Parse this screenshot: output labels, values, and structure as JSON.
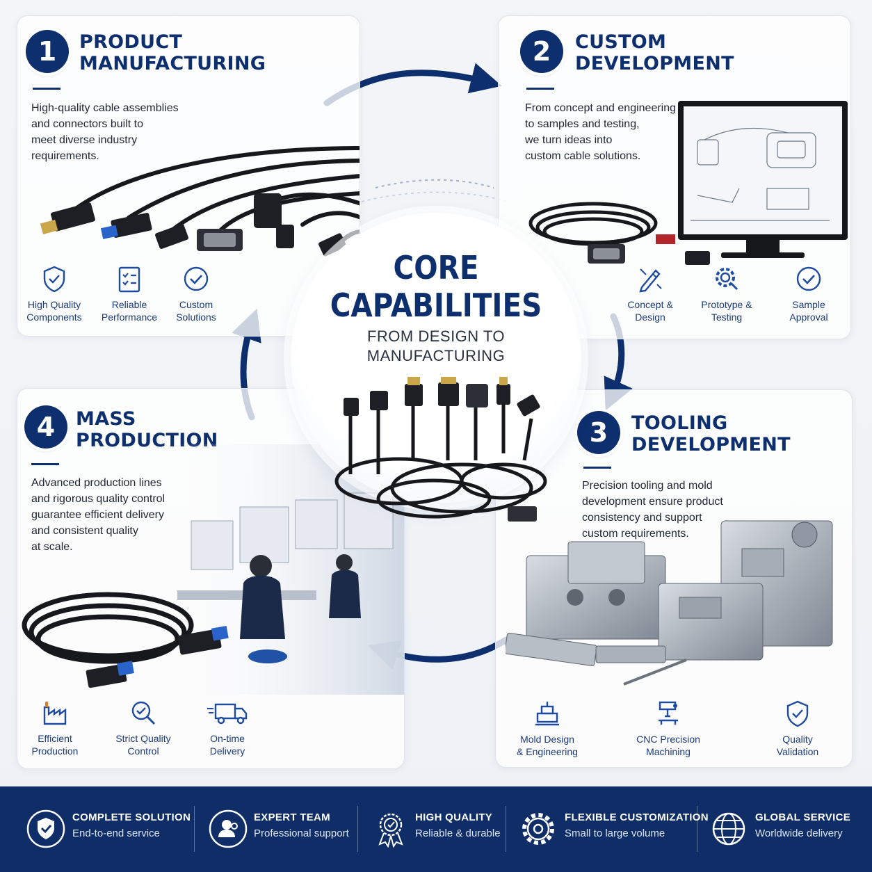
{
  "center": {
    "title_line1": "CORE",
    "title_line2": "CAPABILITIES",
    "subtitle_line1": "FROM DESIGN TO",
    "subtitle_line2": "MANUFACTURING"
  },
  "panels": [
    {
      "number": "1",
      "title_line1": "PRODUCT",
      "title_line2": "MANUFACTURING",
      "description": [
        "High-quality cable assemblies",
        "and connectors built to",
        "meet diverse industry",
        "requirements."
      ],
      "features": [
        {
          "icon": "shield-check-icon",
          "line1": "High Quality",
          "line2": "Components"
        },
        {
          "icon": "clipboard-check-icon",
          "line1": "Reliable",
          "line2": "Performance"
        },
        {
          "icon": "check-circle-icon",
          "line1": "Custom",
          "line2": "Solutions"
        }
      ]
    },
    {
      "number": "2",
      "title_line1": "CUSTOM",
      "title_line2": "DEVELOPMENT",
      "description": [
        "From concept and engineering",
        "to samples and testing,",
        "we turn ideas into",
        "custom cable solutions."
      ],
      "features": [
        {
          "icon": "pencil-ruler-icon",
          "line1": "Concept &",
          "line2": "Design"
        },
        {
          "icon": "gear-search-icon",
          "line1": "Prototype &",
          "line2": "Testing"
        },
        {
          "icon": "check-circle-icon",
          "line1": "Sample",
          "line2": "Approval"
        }
      ]
    },
    {
      "number": "3",
      "title_line1": "TOOLING",
      "title_line2": "DEVELOPMENT",
      "description": [
        "Precision tooling and mold",
        "development ensure product",
        "consistency and support",
        "custom requirements."
      ],
      "features": [
        {
          "icon": "mold-icon",
          "line1": "Mold Design",
          "line2": "& Engineering"
        },
        {
          "icon": "cnc-machine-icon",
          "line1": "CNC Precision",
          "line2": "Machining"
        },
        {
          "icon": "shield-check-icon",
          "line1": "Quality",
          "line2": "Validation"
        }
      ]
    },
    {
      "number": "4",
      "title_line1": "MASS",
      "title_line2": "PRODUCTION",
      "description": [
        "Advanced production lines",
        "and rigorous quality control",
        "guarantee efficient delivery",
        "and consistent quality",
        "at scale."
      ],
      "features": [
        {
          "icon": "factory-icon",
          "line1": "Efficient",
          "line2": "Production"
        },
        {
          "icon": "magnifier-check-icon",
          "line1": "Strict Quality",
          "line2": "Control"
        },
        {
          "icon": "delivery-truck-icon",
          "line1": "On-time",
          "line2": "Delivery"
        }
      ]
    }
  ],
  "footer": [
    {
      "icon": "shield-check-icon",
      "title": "COMPLETE SOLUTION",
      "subtitle": "End-to-end service"
    },
    {
      "icon": "user-group-icon",
      "title": "EXPERT TEAM",
      "subtitle": "Professional support"
    },
    {
      "icon": "award-badge-icon",
      "title": "HIGH QUALITY",
      "subtitle": "Reliable & durable"
    },
    {
      "icon": "gear-icon",
      "title": "FLEXIBLE CUSTOMIZATION",
      "subtitle": "Small to large volume"
    },
    {
      "icon": "globe-icon",
      "title": "GLOBAL SERVICE",
      "subtitle": "Worldwide delivery"
    }
  ],
  "colors": {
    "navy": "#0e2f6e",
    "footer": "#0f2d66",
    "background": "#f3f5f8"
  }
}
